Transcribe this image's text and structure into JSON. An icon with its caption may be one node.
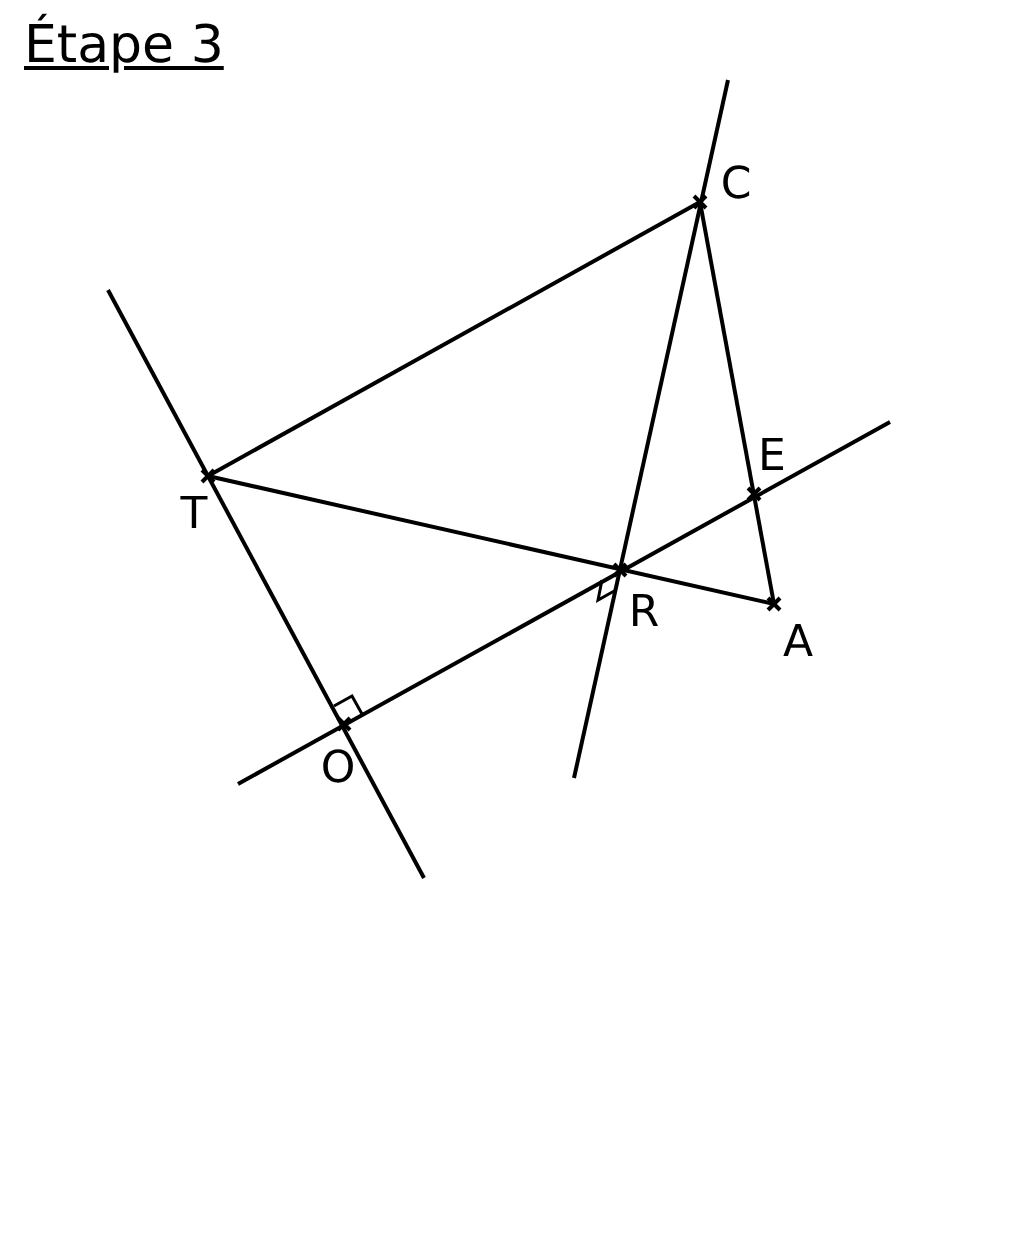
{
  "diagram": {
    "title": "Étape 3",
    "labels": [
      "C",
      "T",
      "E",
      "R",
      "A",
      "O"
    ]
  }
}
